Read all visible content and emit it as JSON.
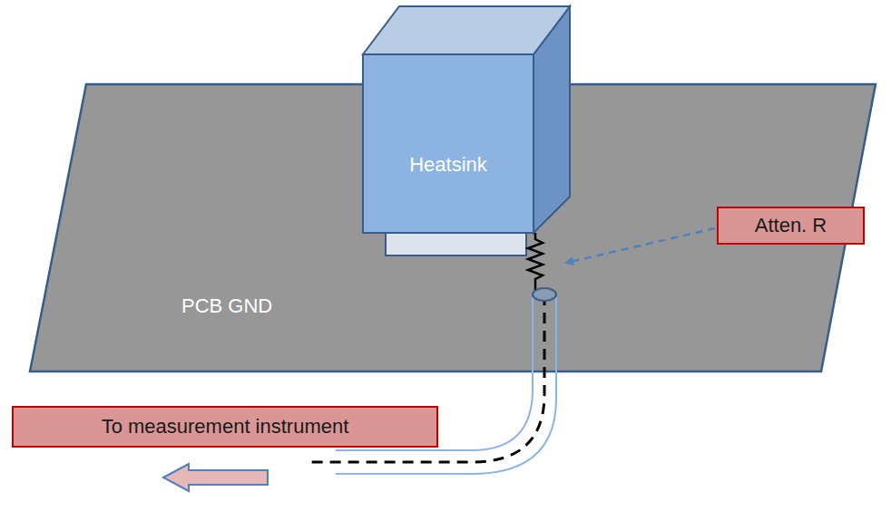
{
  "diagram": {
    "nodes": [
      {
        "text": [
          "Heatsink"
        ]
      },
      {
        "text": [
          "Atten. R"
        ]
      },
      {
        "text": [
          "To measurement instrument"
        ]
      }
    ],
    "labels": [
      "PCB GND"
    ]
  }
}
